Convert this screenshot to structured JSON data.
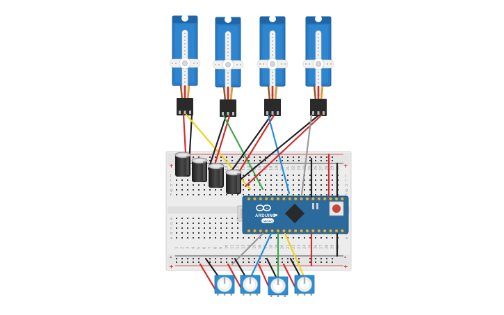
{
  "canvas": {
    "background": "#ffffff"
  },
  "breadboard": {
    "rail_plus_label": "+",
    "rail_minus_label": "-",
    "row_letters_top": [
      "j",
      "i",
      "h",
      "g",
      "f"
    ],
    "row_letters_bottom": [
      "e",
      "d",
      "c",
      "b",
      "a"
    ],
    "column_numbers": [
      "1",
      "2",
      "3",
      "4",
      "5",
      "6",
      "7",
      "8",
      "9",
      "10",
      "11",
      "12",
      "13",
      "14",
      "15",
      "16",
      "17",
      "18",
      "19",
      "20",
      "21",
      "22",
      "23",
      "24",
      "25",
      "26",
      "27",
      "28",
      "29",
      "30"
    ]
  },
  "arduino": {
    "brand_label": "ARDUINO",
    "model_label": "MICRO",
    "color": "#2b6a9c"
  },
  "components": {
    "servo_count": 4,
    "capacitor_count": 4,
    "potentiometer_count": 4
  },
  "colors": {
    "servo_body": "#2a7bc4",
    "wire_red": "#d42b2b",
    "wire_black": "#222222",
    "wire_yellow": "#f0d21a",
    "wire_green": "#3aa84a",
    "wire_blue": "#1f8ed8",
    "wire_gray": "#9a9a9a",
    "pot_body": "#2a8fd6"
  },
  "icons": [
    "servo-motor-icon",
    "capacitor-icon",
    "potentiometer-icon",
    "microcontroller-chip-icon",
    "reset-button-icon",
    "usb-port-icon",
    "arduino-infinity-logo-icon"
  ]
}
